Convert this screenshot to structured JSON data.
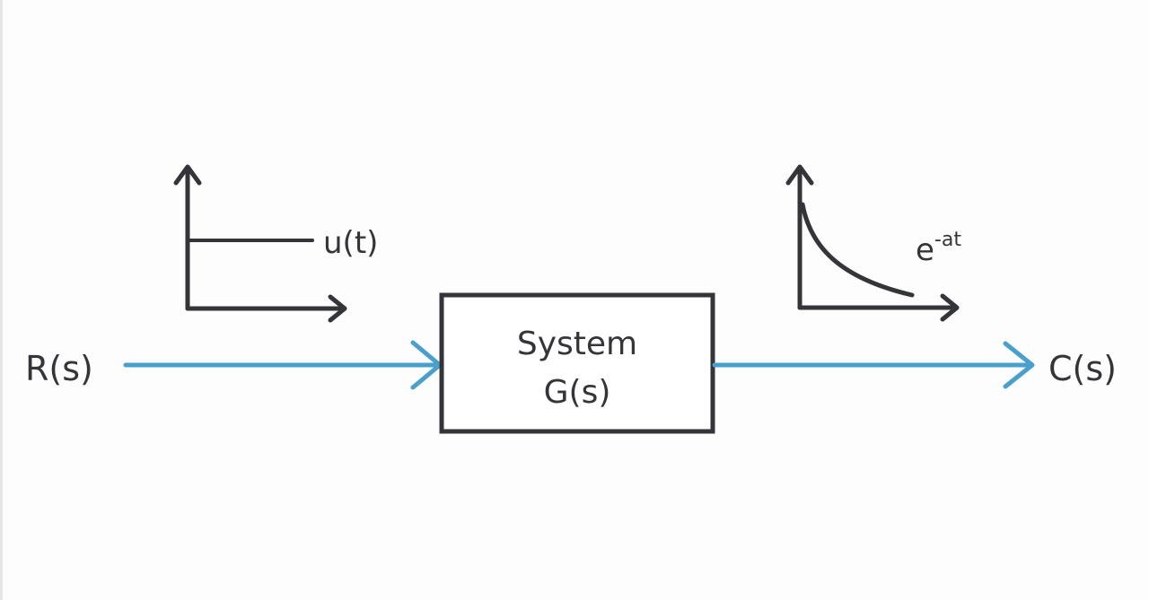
{
  "colors": {
    "ink": "#333538",
    "signal": "#4aa0cb",
    "background": "#fdfdfd"
  },
  "input_signal": {
    "label": "R(s)"
  },
  "output_signal": {
    "label": "C(s)"
  },
  "system_block": {
    "title": "System",
    "transfer_function": "G(s)"
  },
  "input_plot": {
    "curve_label": "u(t)",
    "type": "step"
  },
  "output_plot": {
    "curve_label_base": "e",
    "curve_label_exponent": "-at",
    "type": "exponential-decay"
  }
}
